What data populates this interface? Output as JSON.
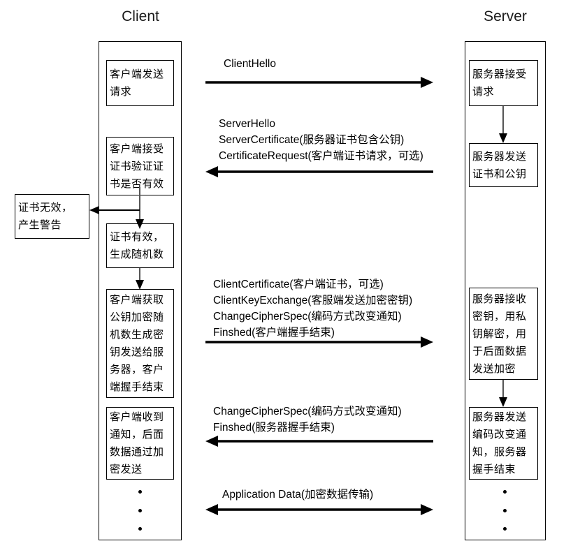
{
  "diagram": {
    "title_client": "Client",
    "title_server": "Server"
  },
  "client": {
    "boxes": [
      {
        "id": "client-send-request",
        "lines": [
          "客户端发送",
          "请求"
        ]
      },
      {
        "id": "client-verify-cert",
        "lines": [
          "客户端接受",
          "证书验证证",
          "书是否有效"
        ]
      },
      {
        "id": "client-cert-valid",
        "lines": [
          "证书有效，",
          "生成随机数"
        ]
      },
      {
        "id": "client-key-exchange",
        "lines": [
          "客户端获取",
          "公钥加密随",
          "机数生成密",
          "钥发送给服",
          "务器，客户",
          "端握手结束"
        ]
      },
      {
        "id": "client-receive-notice",
        "lines": [
          "客户端收到",
          "通知，后面",
          "数据通过加",
          "密发送"
        ]
      }
    ]
  },
  "alert": {
    "id": "cert-invalid-alert",
    "lines": [
      "证书无效，",
      "产生警告"
    ]
  },
  "server": {
    "boxes": [
      {
        "id": "server-accept-request",
        "lines": [
          "服务器接受",
          "请求"
        ]
      },
      {
        "id": "server-send-cert",
        "lines": [
          "服务器发送",
          "证书和公钥"
        ]
      },
      {
        "id": "server-decrypt-key",
        "lines": [
          "服务器接收",
          "密钥，用私",
          "钥解密，用",
          "于后面数据",
          "发送加密"
        ]
      },
      {
        "id": "server-send-ccs",
        "lines": [
          "服务器发送",
          "编码改变通",
          "知，服务器",
          "握手结束"
        ]
      }
    ]
  },
  "messages": [
    {
      "id": "msg-client-hello",
      "direction": "right",
      "lines": [
        "ClientHello"
      ]
    },
    {
      "id": "msg-server-hello",
      "direction": "left",
      "lines": [
        "ServerHello",
        "ServerCertificate(服务器证书包含公钥)",
        "CertificateRequest(客户端证书请求，可选)"
      ]
    },
    {
      "id": "msg-client-key-exchange",
      "direction": "right",
      "lines": [
        "ClientCertificate(客户端证书，可选)",
        "ClientKeyExchange(客服端发送加密密钥)",
        "ChangeCipherSpec(编码方式改变通知)",
        "Finshed(客户端握手结束)"
      ]
    },
    {
      "id": "msg-server-finished",
      "direction": "left",
      "lines": [
        "ChangeCipherSpec(编码方式改变通知)",
        "Finshed(服务器握手结束)"
      ]
    },
    {
      "id": "msg-application-data",
      "direction": "both",
      "lines": [
        "Application Data(加密数据传输)"
      ]
    }
  ],
  "colors": {
    "stroke": "#000000",
    "background": "#ffffff",
    "title": "#1a1a1a"
  }
}
